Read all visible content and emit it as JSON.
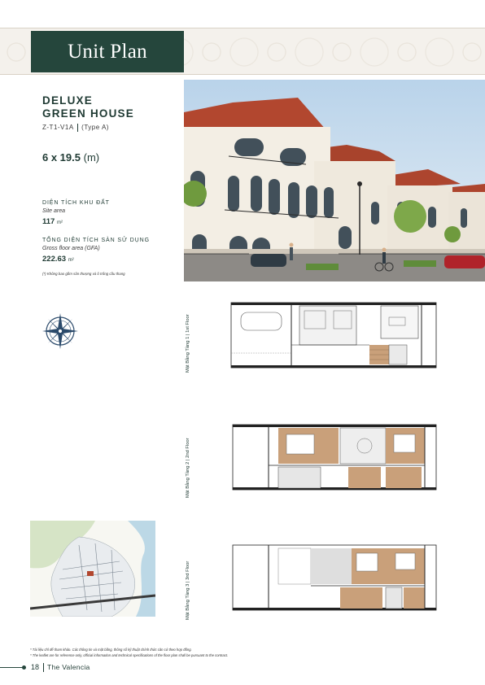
{
  "header": {
    "title": "Unit Plan"
  },
  "unit": {
    "name_line1": "DELUXE",
    "name_line2": "GREEN HOUSE",
    "code": "Z-T1-V1A",
    "type": "(Type A)",
    "size_value": "6 x 19.5",
    "size_unit": "(m)"
  },
  "site_area": {
    "label_vn": "DIỆN TÍCH KHU ĐẤT",
    "label_en": "Site area",
    "value": "117",
    "unit": "m²"
  },
  "gfa": {
    "label_vn": "TỔNG DIỆN TÍCH SÀN SỬ DỤNG",
    "label_en": "Gross floor area (GFA)",
    "value": "222.63",
    "unit": "m²"
  },
  "gfa_note": "(*) Không bao gồm sân thượng và ô trống cầu thang",
  "floors": [
    {
      "label": "Mặt Bằng Tầng 1 | 1st Floor"
    },
    {
      "label": "Mặt Bằng Tầng 2 | 2nd Floor"
    },
    {
      "label": "Mặt Bằng Tầng 3 | 3rd Floor"
    }
  ],
  "footnotes": [
    "* Tài liệu chỉ để tham khảo. Các thông tin và mặt bằng, thông số kỹ thuật chính thức căn cứ theo hợp đồng.",
    "* The leaflet are for reference only, official information and technical specifications of the floor plan shall be pursuant to the contract."
  ],
  "footer": {
    "page": "18",
    "brand": "The Valencia"
  },
  "colors": {
    "brand_green": "#25463c",
    "wood": "#c9a07a",
    "roof": "#b2472f"
  }
}
